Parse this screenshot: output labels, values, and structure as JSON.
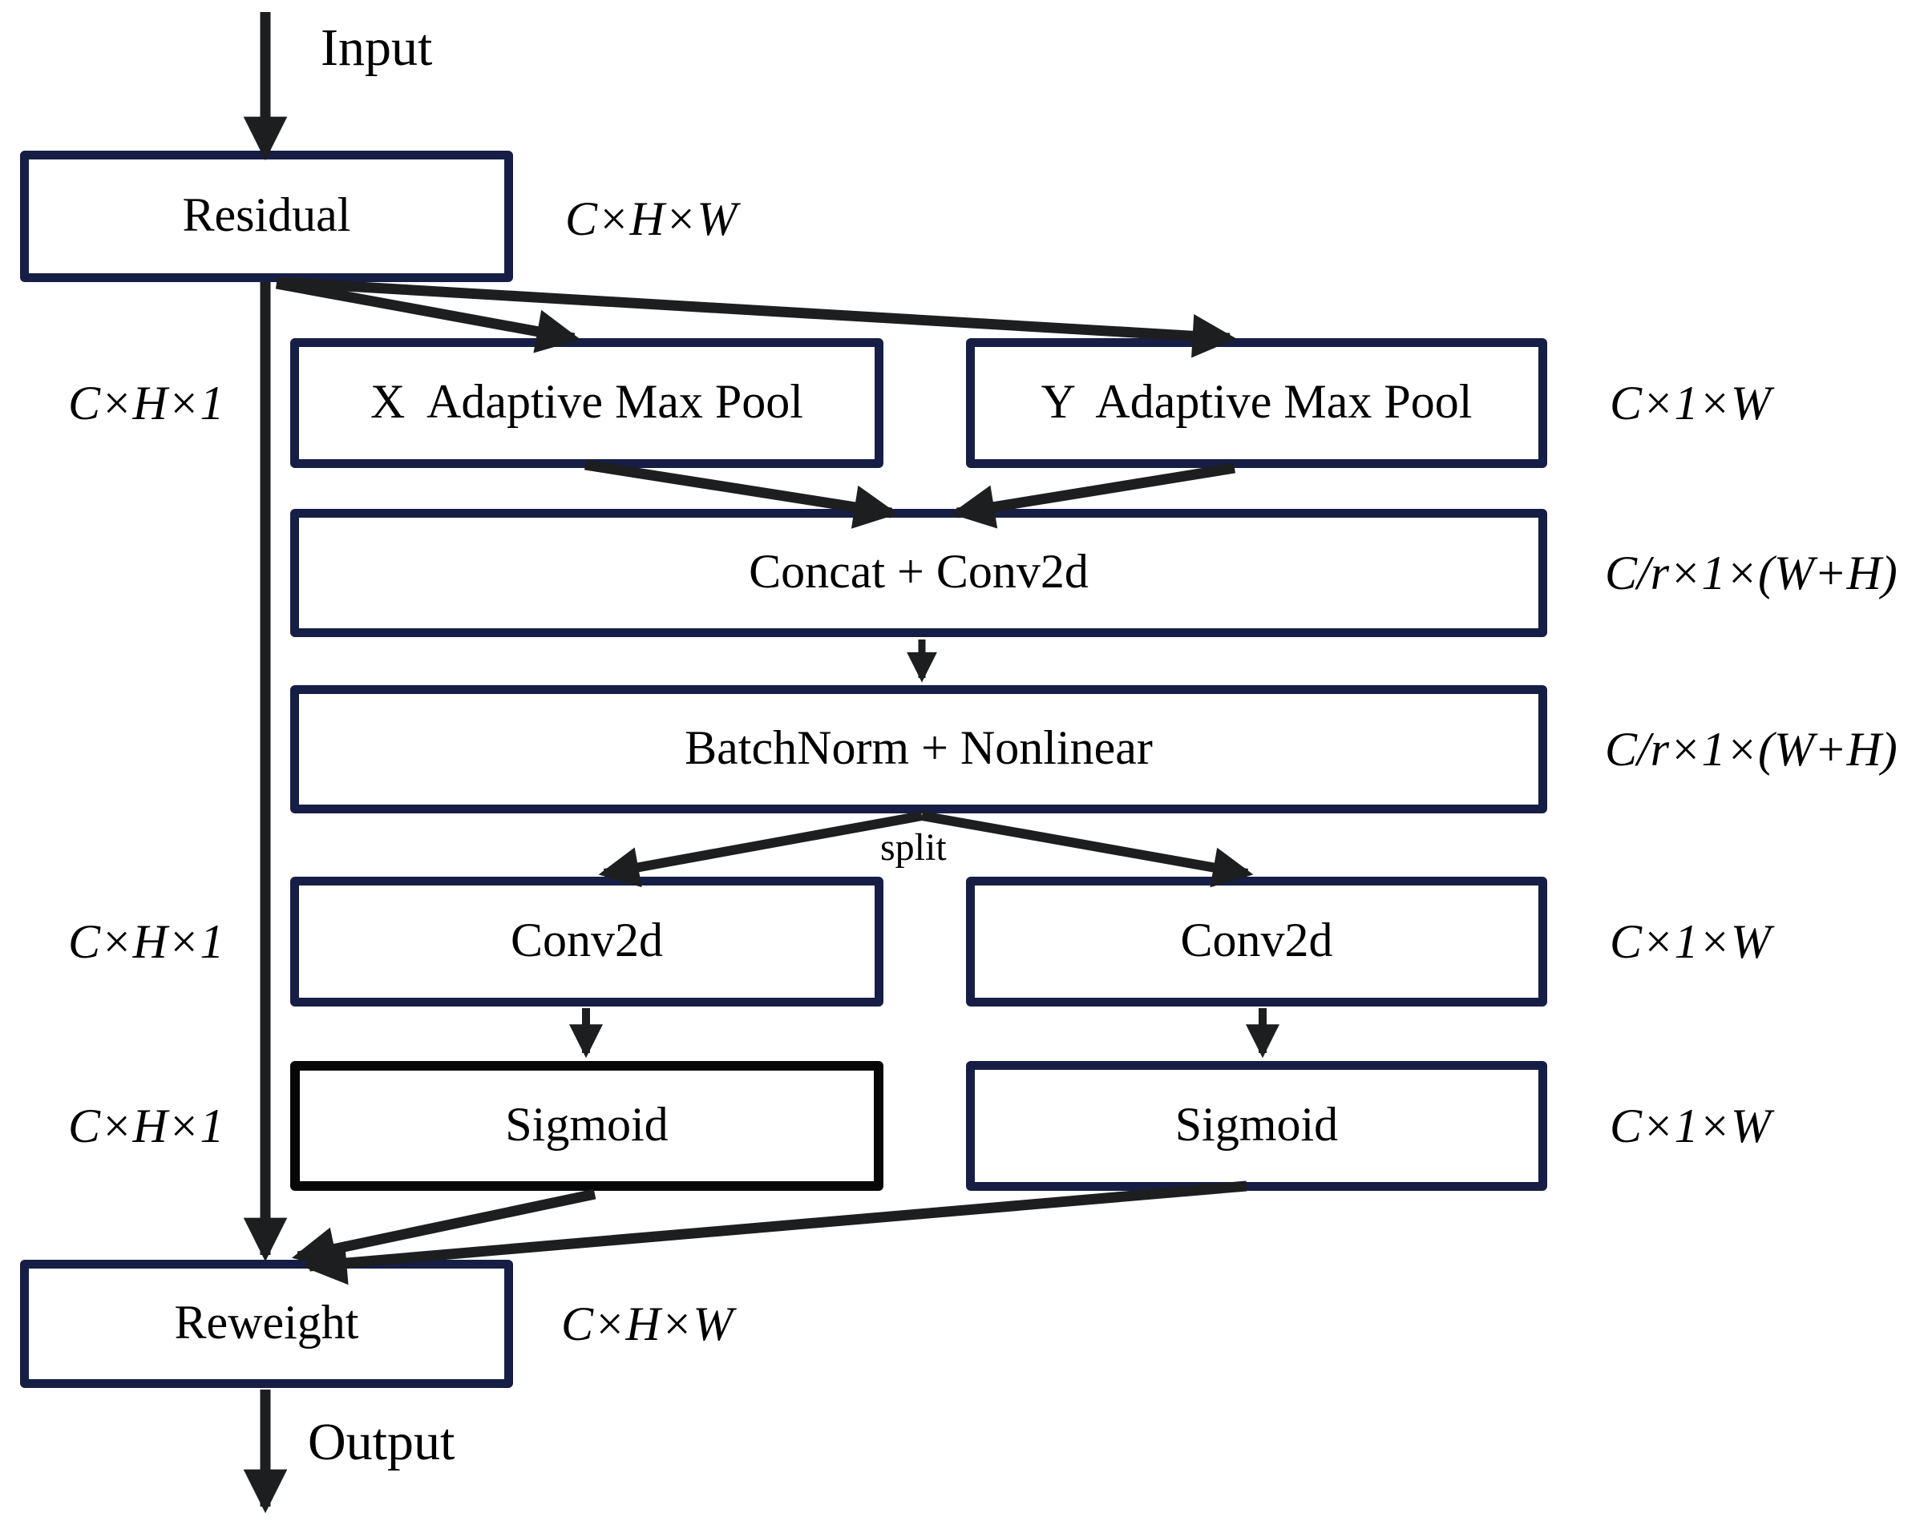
{
  "diagram": {
    "nodes": {
      "residual": "Residual",
      "x_pool": "X  Adaptive Max Pool",
      "y_pool": "Y  Adaptive Max Pool",
      "concat": "Concat + Conv2d",
      "batchnorm": "BatchNorm + Nonlinear",
      "conv_left": "Conv2d",
      "conv_right": "Conv2d",
      "sigmoid_left": "Sigmoid",
      "sigmoid_right": "Sigmoid",
      "reweight": "Reweight"
    },
    "flow": {
      "input": "Input",
      "output": "Output",
      "split": "split"
    },
    "dims": {
      "residual": "C×H×W",
      "pool_left": "C×H×1",
      "pool_right": "C×1×W",
      "concat": "C/r×1×(W+H)",
      "batchnorm": "C/r×1×(W+H)",
      "conv_left": "C×H×1",
      "conv_right": "C×1×W",
      "sigmoid_left": "C×H×1",
      "sigmoid_right": "C×1×W",
      "reweight": "C×H×W"
    },
    "colors": {
      "box_border": "#171e46",
      "sigmoid_left_border": "#070707",
      "arrow": "#1d1e20",
      "text": "#000000",
      "background": "#ffffff"
    }
  }
}
